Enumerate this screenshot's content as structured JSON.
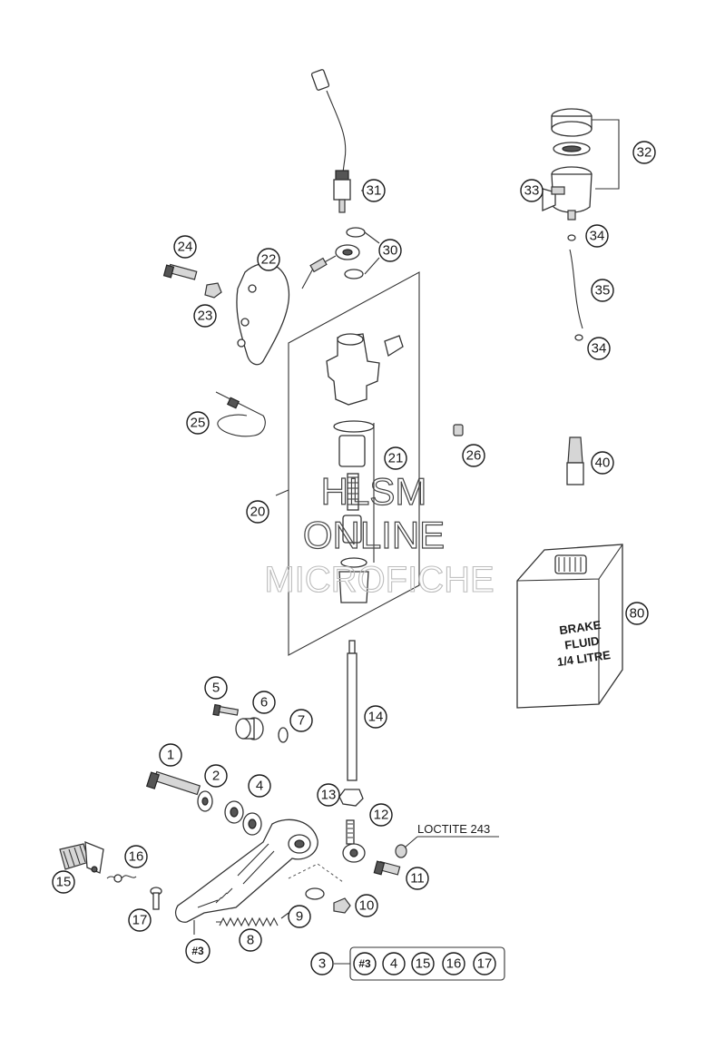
{
  "callouts": [
    {
      "id": "c1",
      "label": "1"
    },
    {
      "id": "c2",
      "label": "2"
    },
    {
      "id": "c3",
      "label": "3"
    },
    {
      "id": "c4",
      "label": "4"
    },
    {
      "id": "c5",
      "label": "5"
    },
    {
      "id": "c6",
      "label": "6"
    },
    {
      "id": "c7",
      "label": "7"
    },
    {
      "id": "c8",
      "label": "8"
    },
    {
      "id": "c9",
      "label": "9"
    },
    {
      "id": "c10",
      "label": "10"
    },
    {
      "id": "c11",
      "label": "11"
    },
    {
      "id": "c12",
      "label": "12"
    },
    {
      "id": "c13",
      "label": "13"
    },
    {
      "id": "c14",
      "label": "14"
    },
    {
      "id": "c15",
      "label": "15"
    },
    {
      "id": "c16",
      "label": "16"
    },
    {
      "id": "c17",
      "label": "17"
    },
    {
      "id": "c20",
      "label": "20"
    },
    {
      "id": "c21",
      "label": "21"
    },
    {
      "id": "c22",
      "label": "22"
    },
    {
      "id": "c23",
      "label": "23"
    },
    {
      "id": "c24",
      "label": "24"
    },
    {
      "id": "c25",
      "label": "25"
    },
    {
      "id": "c26",
      "label": "26"
    },
    {
      "id": "c30",
      "label": "30"
    },
    {
      "id": "c31",
      "label": "31"
    },
    {
      "id": "c32",
      "label": "32"
    },
    {
      "id": "c33",
      "label": "33"
    },
    {
      "id": "c34a",
      "label": "34"
    },
    {
      "id": "c34b",
      "label": "34"
    },
    {
      "id": "c35",
      "label": "35"
    },
    {
      "id": "c40",
      "label": "40"
    },
    {
      "id": "c80",
      "label": "80"
    },
    {
      "id": "c3hash",
      "label": "#3"
    }
  ],
  "kit": {
    "label": "3",
    "items": [
      "#3",
      "4",
      "15",
      "16",
      "17"
    ]
  },
  "loctite_note": "LOCTITE 243",
  "container_label": [
    "BRAKE",
    "FLUID",
    "1/4 LITRE"
  ],
  "watermark": {
    "line1": "HLSM",
    "line2": "ONLINE",
    "line3": "MICROFICHE"
  }
}
